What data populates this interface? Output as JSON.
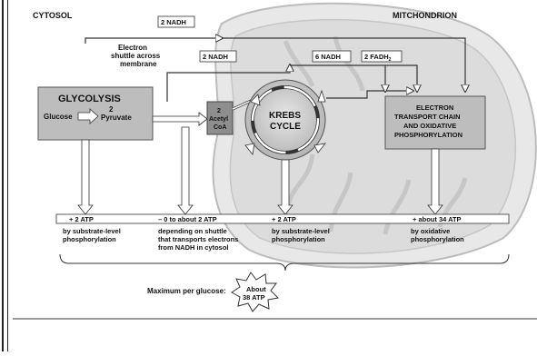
{
  "labels": {
    "cytosol": "CYTOSOL",
    "mitochondrion": "MITCHONDRION",
    "glycolysis": "GLYCOLYSIS",
    "glucose": "Glucose",
    "two": "2",
    "pyruvate": "Pyruvate",
    "acetyl_num": "2",
    "acetyl": "Acetyl",
    "coa": "CoA",
    "krebs1": "KREBS",
    "krebs2": "CYCLE",
    "etc1": "ELECTRON",
    "etc2": "TRANSPORT CHAIN",
    "etc3": "AND OXIDATIVE",
    "etc4": "PHOSPHORYLATION",
    "shuttle1": "Electron",
    "shuttle2": "shuttle across",
    "shuttle3": "membrane",
    "nadh_top": "2 NADH",
    "nadh_mid": "2 NADH",
    "nadh6": "6 NADH",
    "fadh": "2 FADH",
    "fadh_sub": "2"
  },
  "atp": {
    "a1": "+ 2 ATP",
    "a2": "– 0 to about 2 ATP",
    "a3": "+ 2 ATP",
    "a4": "+ about 34 ATP",
    "d1a": "by substrate-level",
    "d1b": "phosphorylation",
    "d2a": "depending on shuttle",
    "d2b": "that transports electrons",
    "d2c": "from NADH in cytosol",
    "d3a": "by substrate-level",
    "d3b": "phosphorylation",
    "d4a": "by oxidative",
    "d4b": "phosphorylation"
  },
  "footer": {
    "max_label": "Maximum per glucose:",
    "burst1": "About",
    "burst2": "38 ATP"
  }
}
